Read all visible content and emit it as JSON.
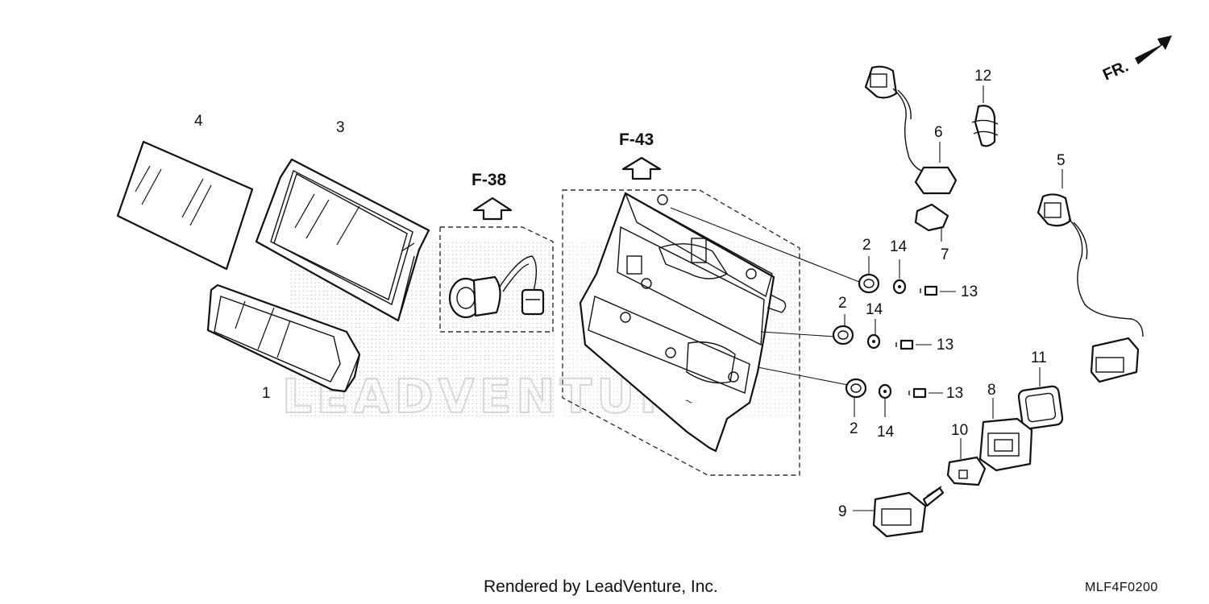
{
  "diagram": {
    "watermark": "LEADVENTURE",
    "direction_label": "FR.",
    "references": {
      "ref_f43": "F-43",
      "ref_f38": "F-38"
    },
    "callouts": {
      "c1": "1",
      "c2a": "2",
      "c2b": "2",
      "c2c": "2",
      "c3": "3",
      "c4": "4",
      "c5": "5",
      "c6": "6",
      "c7": "7",
      "c8": "8",
      "c9": "9",
      "c10": "10",
      "c11": "11",
      "c12": "12",
      "c13a": "13",
      "c13b": "13",
      "c13c": "13",
      "c14a": "14",
      "c14b": "14",
      "c14c": "14"
    }
  },
  "footer": {
    "credit": "Rendered by LeadVenture, Inc.",
    "diagram_code": "MLF4F0200"
  }
}
